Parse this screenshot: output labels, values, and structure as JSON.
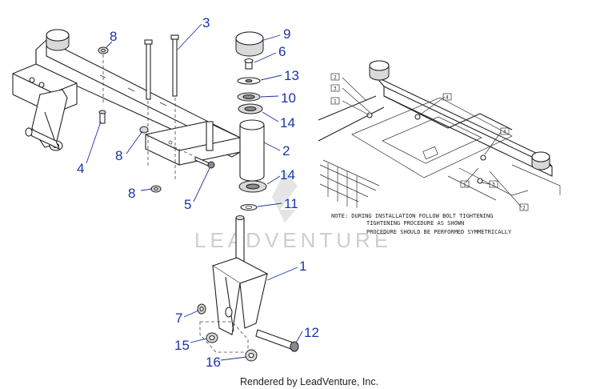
{
  "callouts": {
    "c1": "1",
    "c2": "2",
    "c3": "3",
    "c4": "4",
    "c5": "5",
    "c6": "6",
    "c7": "7",
    "c8a": "8",
    "c8b": "8",
    "c8c": "8",
    "c9": "9",
    "c10": "10",
    "c11": "11",
    "c12": "12",
    "c13": "13",
    "c14a": "14",
    "c14b": "14",
    "c15": "15",
    "c16": "16"
  },
  "detail_boxes": {
    "b1": "2",
    "b2": "3",
    "b3": "1",
    "b4": "4",
    "b5": "4",
    "b6": "1",
    "b7": "3",
    "b8": "2"
  },
  "note": {
    "line1": "NOTE: DURING INSTALLATION FOLLOW BOLT TIGHTENING",
    "line2": "TIGHTENING PROCEDURE AS SHOWN",
    "line3": "PROCEDURE SHOULD BE PERFORMED SYMMETRICALLY"
  },
  "watermark": "LEADVENTURE",
  "footer": "Rendered by LeadVenture, Inc.",
  "colors": {
    "callout": "#1a33a8",
    "line": "#222222",
    "watermark": "#c9c9c9"
  }
}
